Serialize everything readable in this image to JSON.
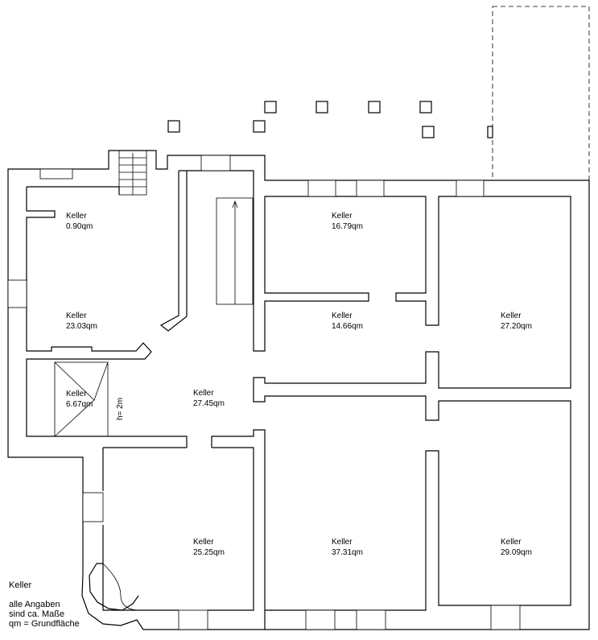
{
  "rooms": [
    {
      "id": "r1",
      "name": "Keller",
      "area": "0.90qm"
    },
    {
      "id": "r2",
      "name": "Keller",
      "area": "16.79qm"
    },
    {
      "id": "r3",
      "name": "Keller",
      "area": "23.03qm"
    },
    {
      "id": "r4",
      "name": "Keller",
      "area": "14.66qm"
    },
    {
      "id": "r5",
      "name": "Keller",
      "area": "27.20qm"
    },
    {
      "id": "r6",
      "name": "Keller",
      "area": "6.67qm"
    },
    {
      "id": "r7",
      "name": "Keller",
      "area": "27.45qm"
    },
    {
      "id": "r8",
      "name": "Keller",
      "area": "25.25qm"
    },
    {
      "id": "r9",
      "name": "Keller",
      "area": "37.31qm"
    },
    {
      "id": "r10",
      "name": "Keller",
      "area": "29.09qm"
    }
  ],
  "height_note": "h= 2m",
  "legend": {
    "title": "Keller",
    "lines": [
      "alle Angaben",
      "sind ca. Maße",
      "qm = Grundfläche"
    ]
  }
}
